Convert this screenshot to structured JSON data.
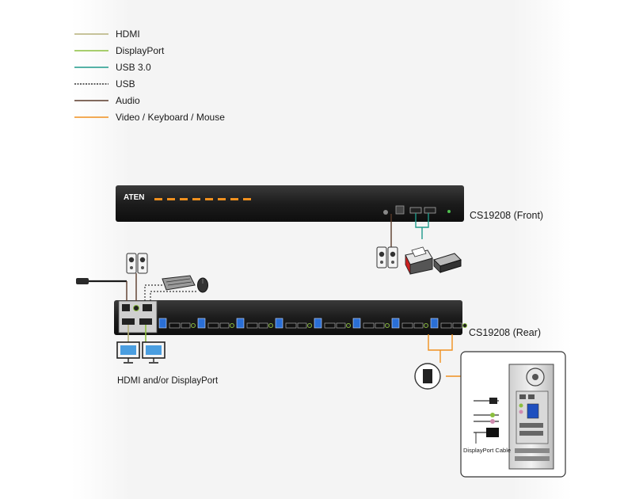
{
  "legend": [
    {
      "label": "HDMI",
      "color": "#b5b07a",
      "style": "solid"
    },
    {
      "label": "DisplayPort",
      "color": "#8cbf3f",
      "style": "solid"
    },
    {
      "label": "USB 3.0",
      "color": "#1e9a8a",
      "style": "solid"
    },
    {
      "label": "USB",
      "color": "#333333",
      "style": "dotted"
    },
    {
      "label": "Audio",
      "color": "#5a3a2a",
      "style": "solid"
    },
    {
      "label": "Video / Keyboard / Mouse",
      "color": "#f0901e",
      "style": "solid"
    }
  ],
  "device": {
    "brand": "ATEN",
    "front_label": "CS19208 (Front)",
    "rear_label": "CS19208 (Rear)",
    "rear_port_groups": 8
  },
  "console_caption": "HDMI and/or DisplayPort",
  "computer_caption": "DisplayPort Cable",
  "colors": {
    "panel_dark": "#1c1c1c",
    "led_orange": "#f0901e",
    "usb_blue": "#2a6fd6"
  }
}
